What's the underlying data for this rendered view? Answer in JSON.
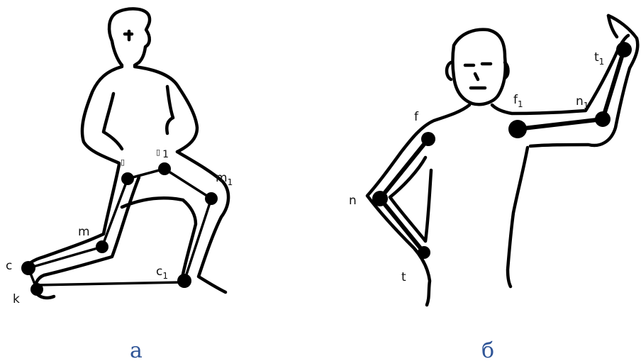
{
  "figure_a": {
    "caption": "а",
    "labels": {
      "c": "c",
      "k": "k",
      "m": "m",
      "m1_base": "m",
      "m1_sub": "1",
      "c1_base": "c",
      "c1_sub": "1",
      "hip_left_glyph": "▯",
      "hip_right_glyph": "▯",
      "hip_right_sub": "1"
    }
  },
  "figure_b": {
    "caption": "б",
    "labels": {
      "f": "f",
      "n": "n",
      "t": "t",
      "f1_base": "f",
      "f1_sub": "1",
      "n1_base": "n",
      "n1_sub": "1",
      "t1_base": "t",
      "t1_sub": "1"
    }
  },
  "colors": {
    "caption": "#2f5597",
    "ink": "#000000"
  }
}
